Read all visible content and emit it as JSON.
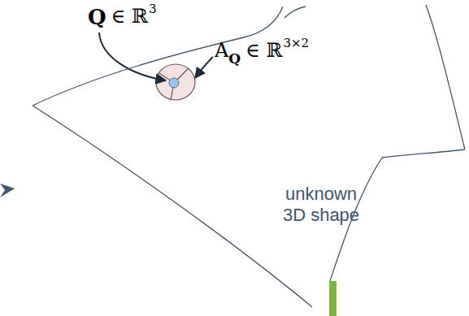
{
  "diagram": {
    "nodes": [
      {
        "text": [
          "unknown 3D shape"
        ]
      }
    ],
    "labels": [
      "Q",
      "∈ ℝ",
      "3",
      "A",
      "Q",
      "∈ ℝ",
      "3×2"
    ]
  }
}
